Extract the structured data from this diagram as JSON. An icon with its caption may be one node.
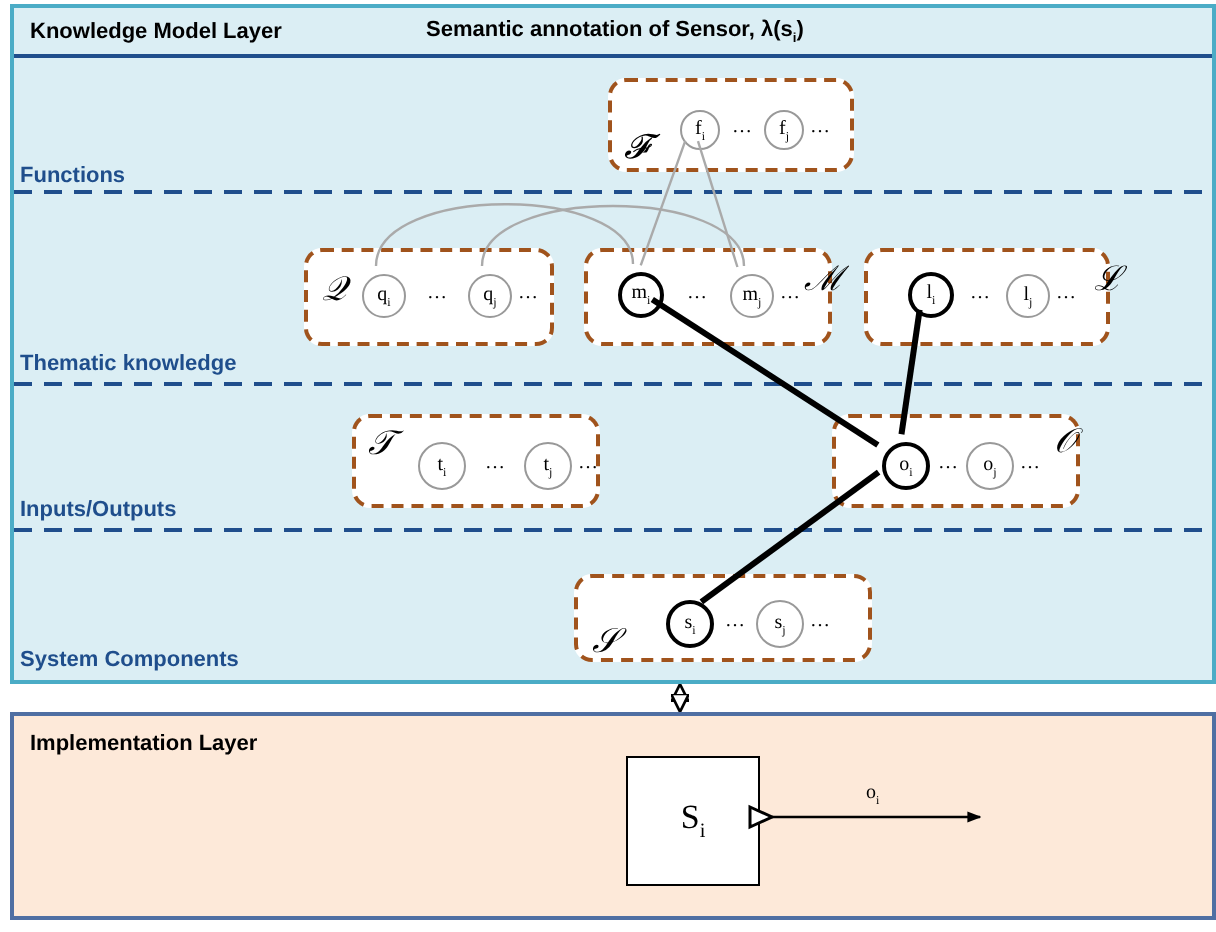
{
  "diagram": {
    "nodes": [
      {
        "text": [
          "Knowledge Model Layer",
          "Semantic annotation of Sensor, λ(s$_{i}$)"
        ]
      },
      {
        "text": [
          "𝓕",
          "…",
          "…"
        ],
        "in": 0
      },
      {
        "text": [
          "f$_{i}$"
        ],
        "in": 1
      },
      {
        "text": [
          "f$_{j}$"
        ],
        "in": 1
      },
      {
        "text": [
          "𝒬",
          "…",
          "…"
        ],
        "in": 0
      },
      {
        "text": [
          "q$_{i}$"
        ],
        "in": 4
      },
      {
        "text": [
          "q$_{j}$"
        ],
        "in": 4
      },
      {
        "text": [
          "ℳ",
          "…",
          "…"
        ],
        "in": 0
      },
      {
        "text": [
          "m$_{i}$"
        ],
        "in": 7
      },
      {
        "text": [
          "m$_{j}$"
        ],
        "in": 7
      },
      {
        "text": [
          "ℒ",
          "…",
          "…"
        ],
        "in": 0
      },
      {
        "text": [
          "l$_{i}$"
        ],
        "in": 10
      },
      {
        "text": [
          "l$_{j}$"
        ],
        "in": 10
      },
      {
        "text": [
          "𝒯",
          "…",
          "…"
        ],
        "in": 0
      },
      {
        "text": [
          "t$_{i}$"
        ],
        "in": 13
      },
      {
        "text": [
          "t$_{j}$"
        ],
        "in": 13
      },
      {
        "text": [
          "𝒪",
          "…",
          "…"
        ],
        "in": 0
      },
      {
        "text": [
          "o$_{i}$"
        ],
        "in": 16
      },
      {
        "text": [
          "o$_{j}$"
        ],
        "in": 16
      },
      {
        "text": [
          "𝒮",
          "…",
          "…"
        ],
        "in": 0
      },
      {
        "text": [
          "s$_{i}$"
        ],
        "in": 19
      },
      {
        "text": [
          "s$_{j}$"
        ],
        "in": 19
      },
      {
        "text": [
          "Implementation Layer"
        ]
      },
      {
        "text": [
          "S$_{i}$"
        ],
        "in": 22
      }
    ],
    "edges": [
      {
        "from": 2,
        "to": 8,
        "arrow": "none",
        "color": "#aaaaaa"
      },
      {
        "from": 2,
        "to": 9,
        "arrow": "none",
        "color": "#aaaaaa"
      },
      {
        "from": 5,
        "to": 8,
        "arrow": "none",
        "color": "#aaaaaa"
      },
      {
        "from": 6,
        "to": 9,
        "arrow": "none",
        "color": "#aaaaaa"
      },
      {
        "from": 8,
        "to": 17,
        "arrow": "none",
        "style": "thick"
      },
      {
        "from": 11,
        "to": 17,
        "arrow": "none",
        "style": "thick"
      },
      {
        "from": 20,
        "to": 17,
        "arrow": "none",
        "style": "thick"
      },
      {
        "from": 0,
        "to": 22,
        "arrow": "both"
      },
      {
        "from": 23,
        "to": null,
        "arrow": "to",
        "label": "o$_{i}$"
      }
    ],
    "labels": [
      "Functions",
      "Thematic knowledge",
      "Inputs/Outputs",
      "System Components"
    ]
  }
}
